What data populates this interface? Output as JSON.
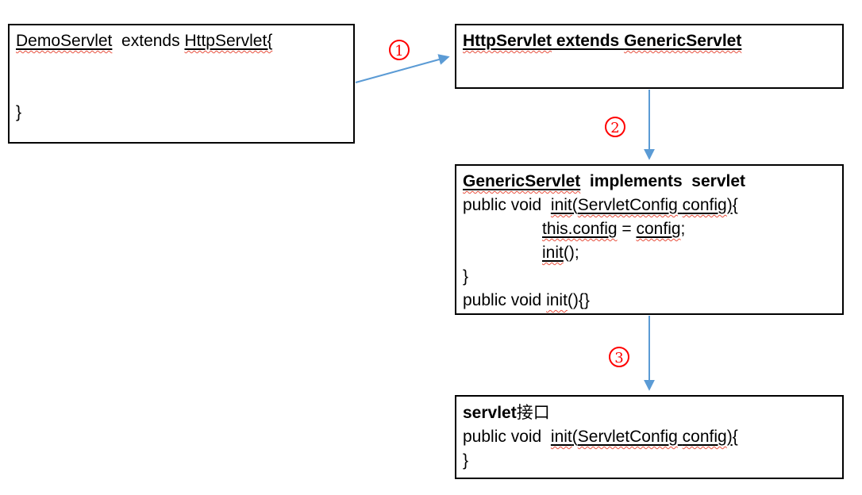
{
  "colors": {
    "arrow_blue": "#5b9bd5",
    "squiggle_red": "#e8503e",
    "box_border": "#000000",
    "step_number_red": "#ff0000"
  },
  "steps": [
    {
      "label": "1"
    },
    {
      "label": "2"
    },
    {
      "label": "3"
    }
  ],
  "boxes": {
    "demo": {
      "l1_name": "DemoServlet",
      "l1_mid": "  extends ",
      "l1_super": "HttpServlet{",
      "l2_brace": "}"
    },
    "http": {
      "t_name": "HttpServlet",
      "t_mid": " extends ",
      "t_super": "GenericServlet"
    },
    "generic": {
      "t_name": "GenericServlet",
      "t_rest": "  implements  servlet",
      "m1_pre": "public void  ",
      "m1_fn": "init",
      "m1_open": "(",
      "m1_type": "ServletConfig",
      "m1_sp": " ",
      "m1_arg": "config",
      "m1_close": ")",
      "m1_brace": "{",
      "b1_this": "this.config",
      "b1_eq": " = ",
      "b1_val": "config",
      "b1_semi": ";",
      "b2_fn": "init",
      "b2_rest": "();",
      "close1": "}",
      "m2_pre": "public void ",
      "m2_fn": "init",
      "m2_rest": "(){}"
    },
    "servlet": {
      "t_name": "servlet",
      "t_cn": "接口",
      "m1_pre": "public void  ",
      "m1_fn": "init",
      "m1_open": "(",
      "m1_type": "ServletConfig",
      "m1_sp": " ",
      "m1_arg": "config",
      "m1_close": ")",
      "m1_brace": "{",
      "close1": "}"
    }
  }
}
